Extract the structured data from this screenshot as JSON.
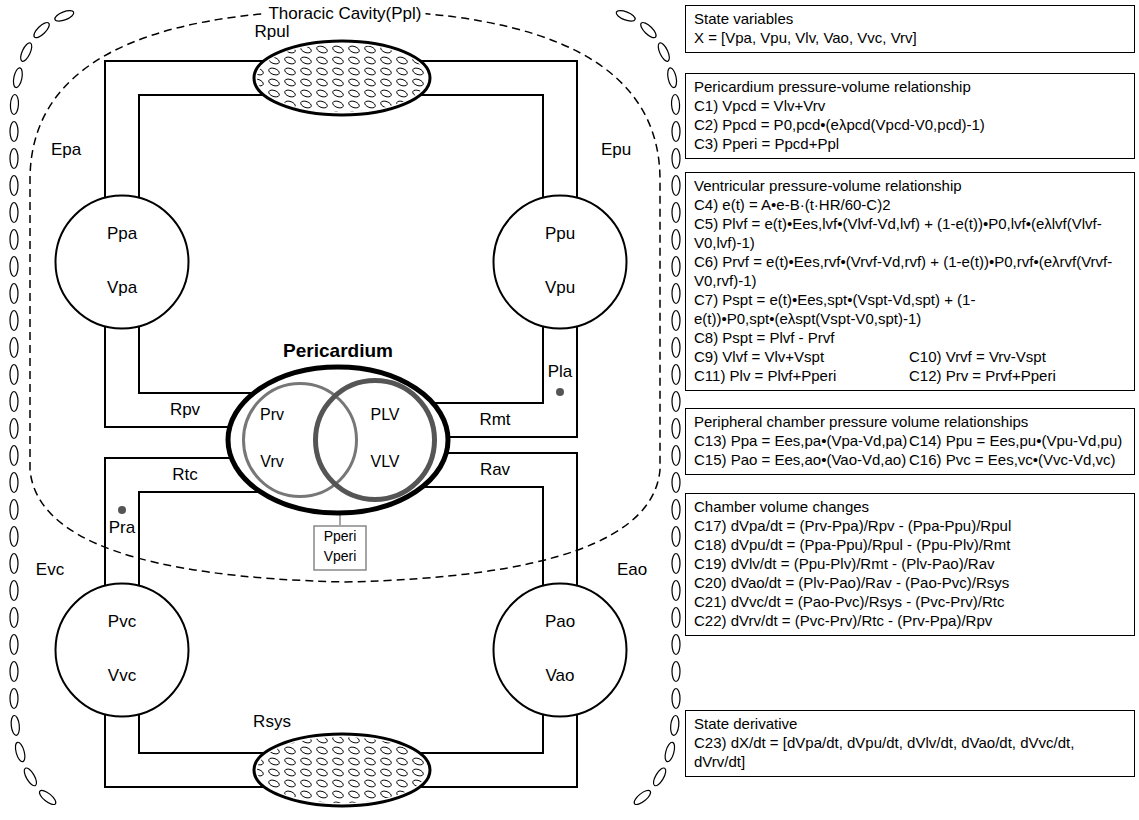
{
  "diagram": {
    "nodes": [
      {
        "text": [
          "Thoracic Cavity(Ppl)"
        ]
      },
      {
        "text": [
          "Rpul"
        ],
        "in": 0
      },
      {
        "text": [
          "Ppa",
          "Vpa"
        ],
        "in": 0
      },
      {
        "text": [
          "Ppu",
          "Vpu"
        ],
        "in": 0
      },
      {
        "text": [
          "Pericardium"
        ],
        "in": 0
      },
      {
        "text": [
          "Prv",
          "Vrv"
        ],
        "in": 4
      },
      {
        "text": [
          "PLV",
          "VLV"
        ],
        "in": 4
      },
      {
        "text": [
          "Pperi",
          "Vperi"
        ],
        "in": 0
      },
      {
        "text": [
          "Pvc",
          "Vvc"
        ]
      },
      {
        "text": [
          "Pao",
          "Vao"
        ]
      },
      {
        "text": [
          "Rsys"
        ]
      },
      {
        "text": [
          "State variables",
          "X = [Vpa, Vpu, Vlv, Vao, Vvc, Vrv]"
        ]
      },
      {
        "text": [
          "Pericardium pressure-volume relationship",
          "C1) Vpcd = Vlv+Vrv",
          "C2) Ppcd = P0,pcd•(eλpcd(Vpcd-V0,pcd)-1)",
          "C3) Pperi = Ppcd+Ppl"
        ]
      },
      {
        "text": [
          "Ventricular pressure-volume relationship",
          "C4) e(t) = A•e-B·(t·HR/60-C)2",
          "C5) Plvf = e(t)•Ees,lvf•(Vlvf-Vd,lvf) + (1-e(t))•P0,lvf•(eλlvf(Vlvf-V0,lvf)-1)",
          "C6) Prvf = e(t)•Ees,rvf•(Vrvf-Vd,rvf) + (1-e(t))•P0,rvf•(eλrvf(Vrvf-V0,rvf)-1)",
          "C7) Pspt = e(t)•Ees,spt•(Vspt-Vd,spt) + (1-e(t))•P0,spt•(eλspt(Vspt-V0,spt)-1)",
          "C8) Pspt = Plvf - Prvf",
          "C9) Vlvf = Vlv+Vspt",
          "C10) Vrvf = Vrv-Vspt",
          "C11) Plv = Plvf+Pperi",
          "C12) Prv = Prvf+Pperi"
        ]
      },
      {
        "text": [
          "Peripheral chamber pressure volume relationships",
          "C13) Ppa = Ees,pa•(Vpa-Vd,pa)",
          "C14) Ppu = Ees,pu•(Vpu-Vd,pu)",
          "C15) Pao = Ees,ao•(Vao-Vd,ao)",
          "C16) Pvc = Ees,vc•(Vvc-Vd,vc)"
        ]
      },
      {
        "text": [
          "Chamber volume changes",
          "C17) dVpa/dt = (Prv-Ppa)/Rpv - (Ppa-Ppu)/Rpul",
          "C18) dVpu/dt = (Ppa-Ppu)/Rpul - (Ppu-Plv)/Rmt",
          "C19) dVlv/dt = (Ppu-Plv)/Rmt - (Plv-Pao)/Rav",
          "C20) dVao/dt = (Plv-Pao)/Rav - (Pao-Pvc)/Rsys",
          "C21) dVvc/dt = (Pao-Pvc)/Rsys - (Pvc-Prv)/Rtc",
          "C22) dVrv/dt = (Pvc-Prv)/Rtc - (Prv-Ppa)/Rpv"
        ]
      },
      {
        "text": [
          "State derivative",
          "C23) dX/dt = [dVpa/dt, dVpu/dt, dVlv/dt, dVao/dt, dVvc/dt, dVrv/dt]"
        ]
      }
    ],
    "edges": [
      {
        "from": 2,
        "to": 1,
        "arrow": "none"
      },
      {
        "from": 1,
        "to": 3,
        "arrow": "none"
      },
      {
        "from": 3,
        "to": 6,
        "arrow": "none"
      },
      {
        "from": 6,
        "to": 9,
        "arrow": "none"
      },
      {
        "from": 9,
        "to": 10,
        "arrow": "none"
      },
      {
        "from": 10,
        "to": 8,
        "arrow": "none"
      },
      {
        "from": 8,
        "to": 5,
        "arrow": "none"
      },
      {
        "from": 5,
        "to": 2,
        "arrow": "none"
      },
      {
        "from": 4,
        "to": 7,
        "arrow": "none"
      }
    ],
    "labels": [
      "Epa",
      "Epu",
      "Pla",
      "Rpv",
      "Rmt",
      "Rtc",
      "Pra",
      "Rav",
      "Evc",
      "Eao"
    ]
  }
}
